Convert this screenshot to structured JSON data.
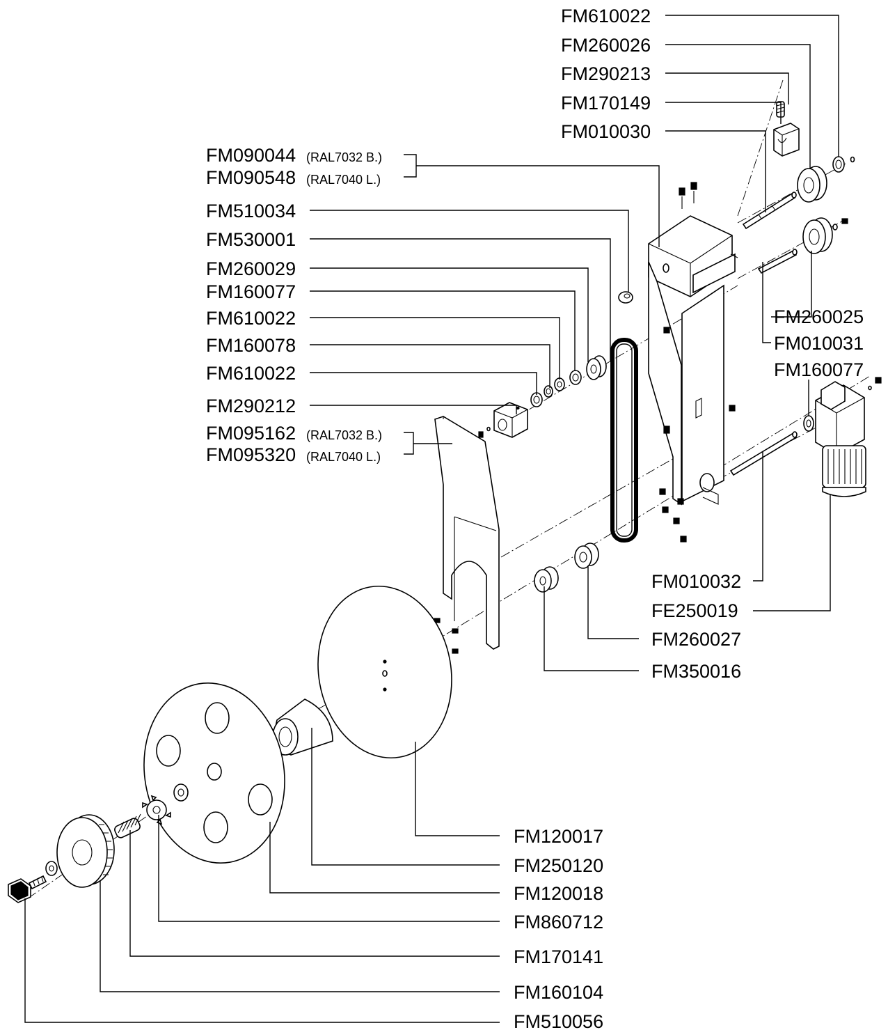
{
  "labels": {
    "fm610022_top": "FM610022",
    "fm260026": "FM260026",
    "fm290213": "FM290213",
    "fm170149": "FM170149",
    "fm010030": "FM010030",
    "fm090044": "FM090044",
    "fm090044_note": "(RAL7032 B.)",
    "fm090548": "FM090548",
    "fm090548_note": "(RAL7040 L.)",
    "fm510034": "FM510034",
    "fm530001": "FM530001",
    "fm260029": "FM260029",
    "fm160077_left": "FM160077",
    "fm610022_mid": "FM610022",
    "fm160078": "FM160078",
    "fm610022_low": "FM610022",
    "fm290212": "FM290212",
    "fm095162": "FM095162",
    "fm095162_note": "(RAL7032 B.)",
    "fm095320": "FM095320",
    "fm095320_note": "(RAL7040 L.)",
    "fm260025": "FM260025",
    "fm010031": "FM010031",
    "fm160077_right": "FM160077",
    "fm010032": "FM010032",
    "fe250019": "FE250019",
    "fm260027": "FM260027",
    "fm350016": "FM350016",
    "fm120017": "FM120017",
    "fm250120": "FM250120",
    "fm120018": "FM120018",
    "fm860712": "FM860712",
    "fm170141": "FM170141",
    "fm160104": "FM160104",
    "fm510056": "FM510056"
  }
}
